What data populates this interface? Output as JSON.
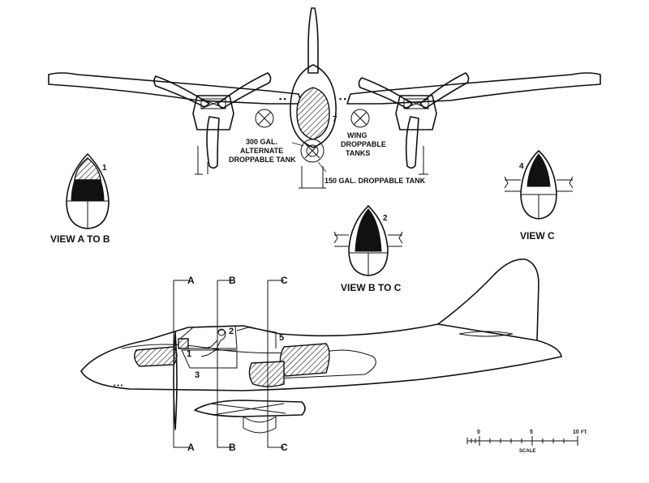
{
  "front_view": {
    "labels": {
      "alt_tank_line1": "300 GAL.",
      "alt_tank_line2": "ALTERNATE",
      "alt_tank_line3": "DROPPABLE TANK",
      "wing_tanks_line1": "WING",
      "wing_tanks_line2": "DROPPABLE",
      "wing_tanks_line3": "TANKS",
      "small_tank": "150 GAL. DROPPABLE TANK",
      "callout_7": "7"
    }
  },
  "section_views": {
    "view_a_to_b": {
      "caption": "VIEW A TO B",
      "callout": "1"
    },
    "view_b_to_c": {
      "caption": "VIEW B TO C",
      "callout": "2"
    },
    "view_c": {
      "caption": "VIEW C",
      "callout": "4"
    }
  },
  "side_view": {
    "cut_lines": {
      "a_top": "A",
      "a_bottom": "A",
      "b_top": "B",
      "b_bottom": "B",
      "c_top": "C",
      "c_bottom": "C"
    },
    "callouts": {
      "c1": "1",
      "c2": "2",
      "c3": "3",
      "c5": "5"
    }
  },
  "scale_bar": {
    "tick_0": "0",
    "tick_5": "5",
    "tick_10": "10",
    "unit": "FT.",
    "caption": "SCALE"
  }
}
